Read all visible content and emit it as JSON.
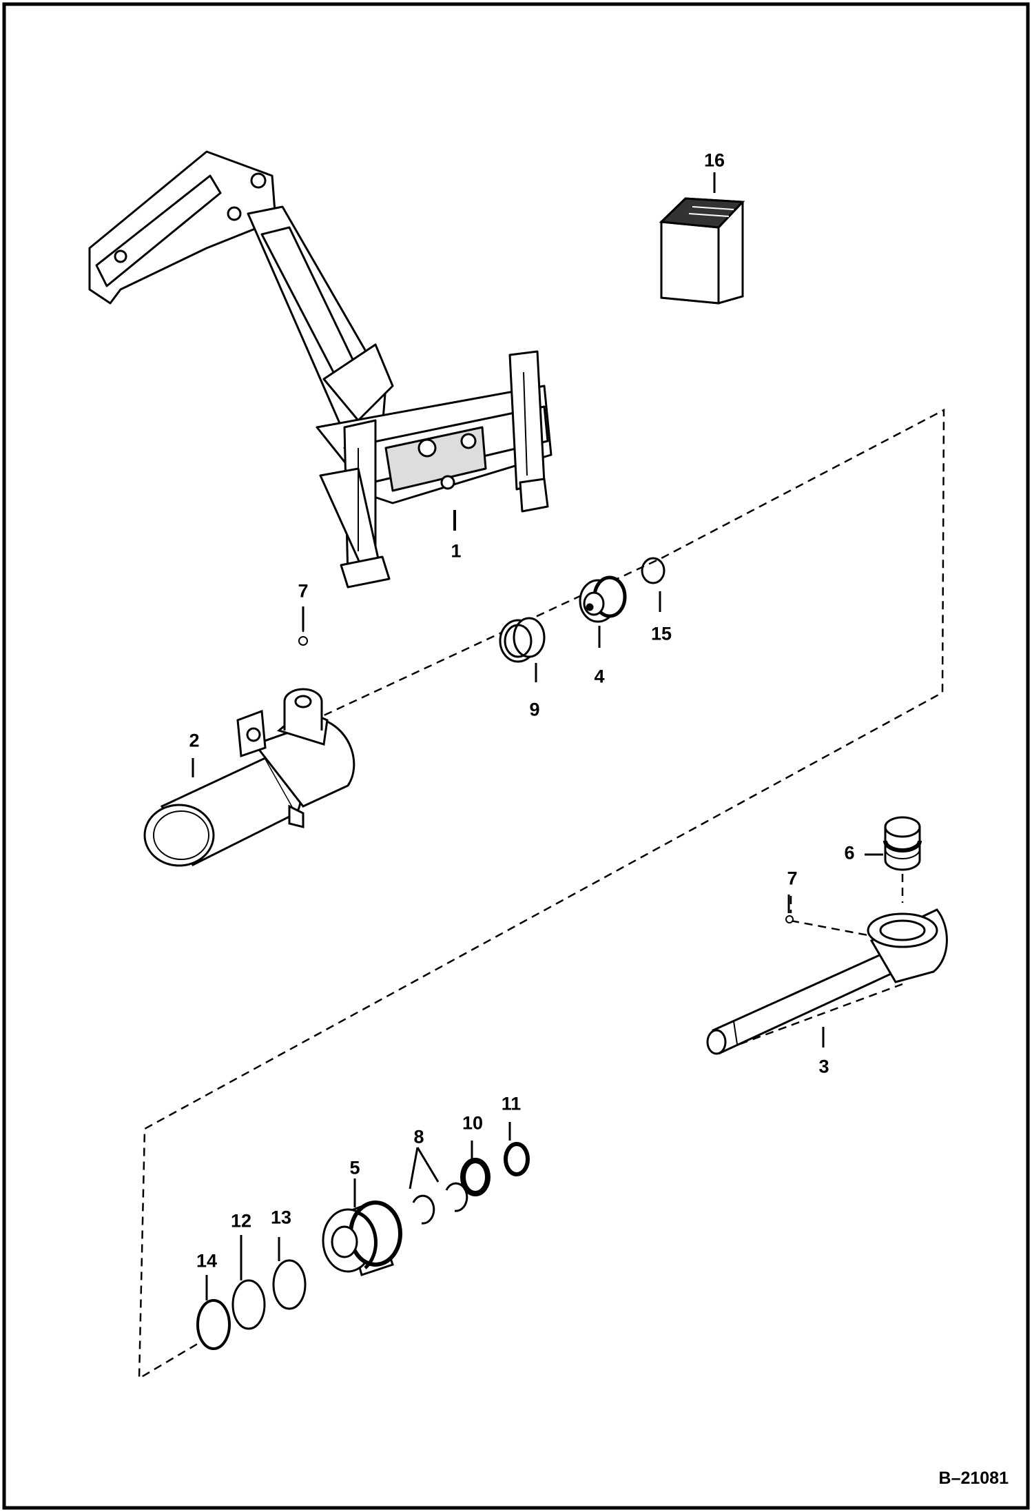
{
  "document_number": "B–21081",
  "callouts": {
    "c1": "1",
    "c2": "2",
    "c3": "3",
    "c4": "4",
    "c5": "5",
    "c6": "6",
    "c7a": "7",
    "c7b": "7",
    "c8": "8",
    "c9": "9",
    "c10": "10",
    "c11": "11",
    "c12": "12",
    "c13": "13",
    "c14": "14",
    "c15": "15",
    "c16": "16"
  }
}
